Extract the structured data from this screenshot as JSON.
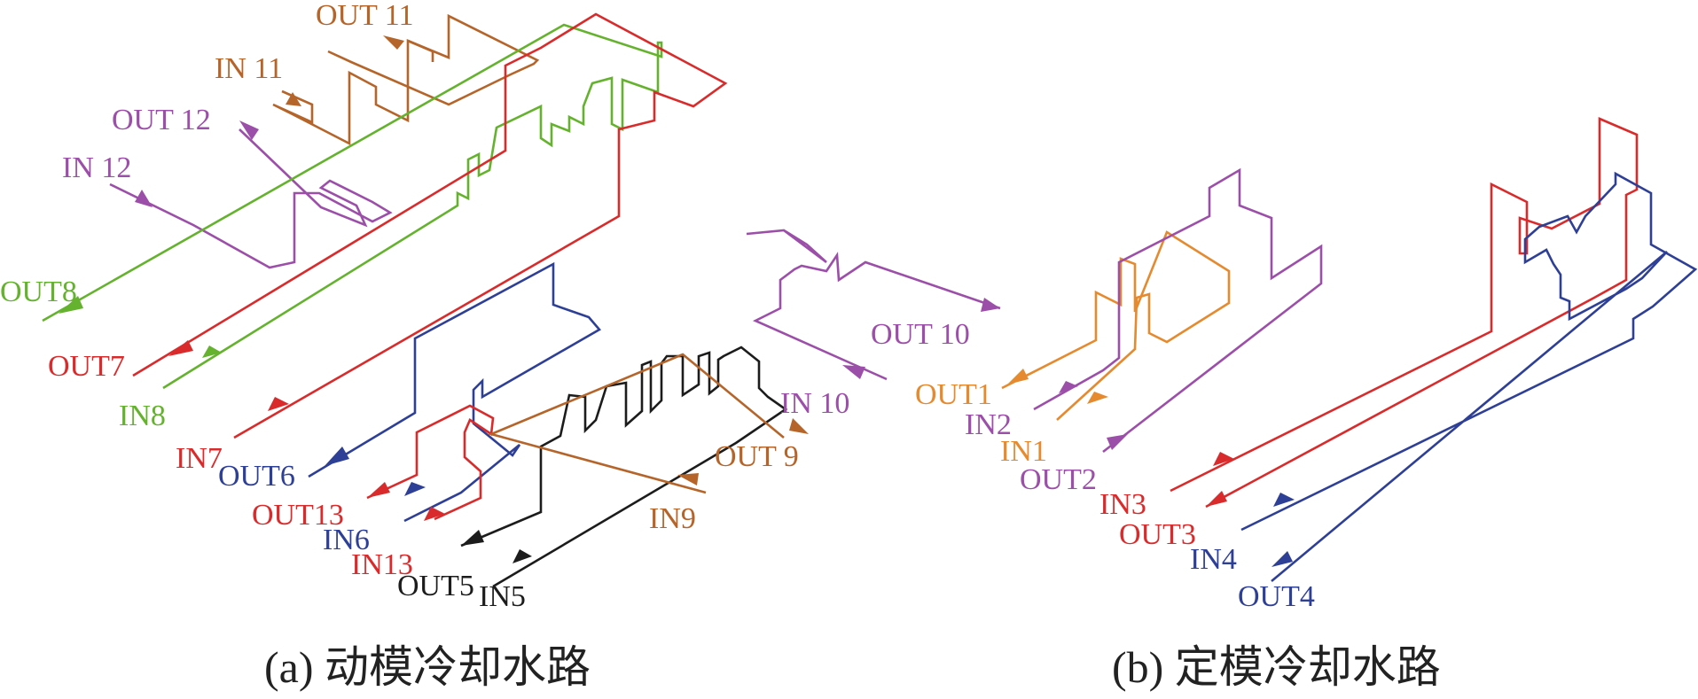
{
  "colors": {
    "brown": "#b5652a",
    "purple": "#9c4fa8",
    "green": "#64b22e",
    "red": "#d92b2b",
    "blue": "#2e3f96",
    "black": "#1c1c1c",
    "orange": "#e58a2e"
  },
  "captions": {
    "left": "(a) 动模冷却水路",
    "right": "(b) 定模冷却水路"
  },
  "labels": [
    {
      "id": "out11",
      "text": "OUT 11",
      "color": "brown"
    },
    {
      "id": "in11",
      "text": "IN 11",
      "color": "brown"
    },
    {
      "id": "out12",
      "text": "OUT 12",
      "color": "purple"
    },
    {
      "id": "in12",
      "text": "IN 12",
      "color": "purple"
    },
    {
      "id": "out8",
      "text": "OUT8",
      "color": "green"
    },
    {
      "id": "out7",
      "text": "OUT7",
      "color": "red"
    },
    {
      "id": "in8",
      "text": "IN8",
      "color": "green"
    },
    {
      "id": "in7",
      "text": "IN7",
      "color": "red"
    },
    {
      "id": "out6",
      "text": "OUT6",
      "color": "blue"
    },
    {
      "id": "out13",
      "text": "OUT13",
      "color": "red"
    },
    {
      "id": "in6",
      "text": "IN6",
      "color": "blue"
    },
    {
      "id": "in13",
      "text": "IN13",
      "color": "red"
    },
    {
      "id": "out5",
      "text": "OUT5",
      "color": "black"
    },
    {
      "id": "in5",
      "text": "IN5",
      "color": "black"
    },
    {
      "id": "out9",
      "text": "OUT 9",
      "color": "brown"
    },
    {
      "id": "in9",
      "text": "IN9",
      "color": "brown"
    },
    {
      "id": "in10",
      "text": "IN 10",
      "color": "purple"
    },
    {
      "id": "out10",
      "text": "OUT 10",
      "color": "purple"
    },
    {
      "id": "out1",
      "text": "OUT1",
      "color": "orange"
    },
    {
      "id": "in2",
      "text": "IN2",
      "color": "purple"
    },
    {
      "id": "in1",
      "text": "IN1",
      "color": "orange"
    },
    {
      "id": "out2",
      "text": "OUT2",
      "color": "purple"
    },
    {
      "id": "in3",
      "text": "IN3",
      "color": "red"
    },
    {
      "id": "out3",
      "text": "OUT3",
      "color": "red"
    },
    {
      "id": "in4",
      "text": "IN4",
      "color": "blue"
    },
    {
      "id": "out4",
      "text": "OUT4",
      "color": "blue"
    }
  ]
}
